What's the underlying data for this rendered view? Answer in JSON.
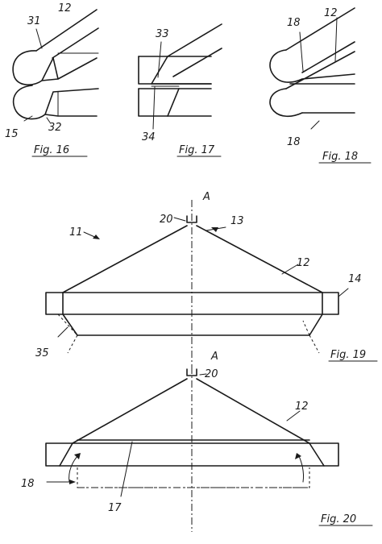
{
  "figures": {
    "fig16": {
      "caption": "Fig. 16",
      "labels": {
        "l12": "12",
        "l31": "31",
        "l15": "15",
        "l32": "32"
      }
    },
    "fig17": {
      "caption": "Fig. 17",
      "labels": {
        "l33": "33",
        "l34": "34"
      }
    },
    "fig18": {
      "caption": "Fig. 18",
      "labels": {
        "l18a": "18",
        "l12": "12",
        "l18b": "18"
      }
    },
    "fig19": {
      "caption": "Fig. 19",
      "labels": {
        "l20": "20",
        "l13": "13",
        "l11": "11",
        "l12": "12",
        "l14": "14",
        "l35": "35",
        "lA": "A",
        "lA2": "A"
      }
    },
    "fig20": {
      "caption": "Fig. 20",
      "labels": {
        "l20": "20",
        "l12": "12",
        "l18": "18",
        "l17": "17"
      }
    }
  }
}
